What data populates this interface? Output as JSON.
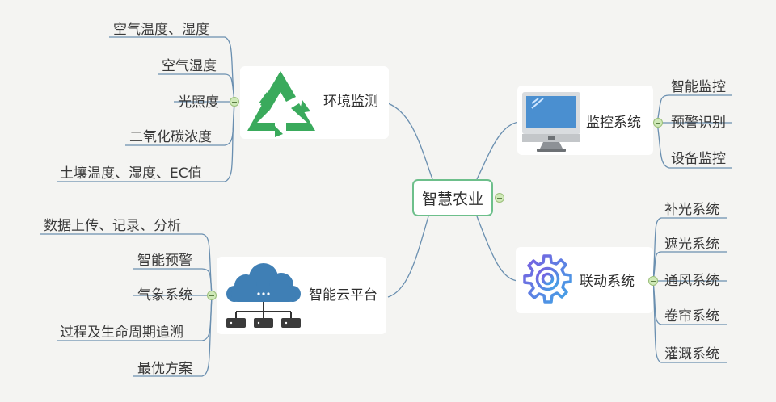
{
  "center": {
    "label": "智慧农业"
  },
  "branches": {
    "env": {
      "label": "环境监测",
      "icon": "recycle-icon",
      "leaves": [
        "空气温度、湿度",
        "空气湿度",
        "光照度",
        "二氧化碳浓度",
        "土壤温度、湿度、EC值"
      ]
    },
    "cloud": {
      "label": "智能云平台",
      "icon": "cloud-network-icon",
      "leaves": [
        "数据上传、记录、分析",
        "智能预警",
        "气象系统",
        "过程及生命周期追溯",
        "最优方案"
      ]
    },
    "monitor": {
      "label": "监控系统",
      "icon": "monitor-icon",
      "leaves": [
        "智能监控",
        "预警识别",
        "设备监控"
      ]
    },
    "linkage": {
      "label": "联动系统",
      "icon": "gear-icon",
      "leaves": [
        "补光系统",
        "遮光系统",
        "通风系统",
        "卷帘系统",
        "灌溉系统"
      ]
    }
  },
  "colors": {
    "line": "#6a8fb0",
    "center_border": "#6dbf8b",
    "recycle_green": "#3aaa5c",
    "cloud_blue": "#3f7fb5",
    "gear_gradient_start": "#7b5ce0",
    "gear_gradient_end": "#3fa6e6"
  }
}
